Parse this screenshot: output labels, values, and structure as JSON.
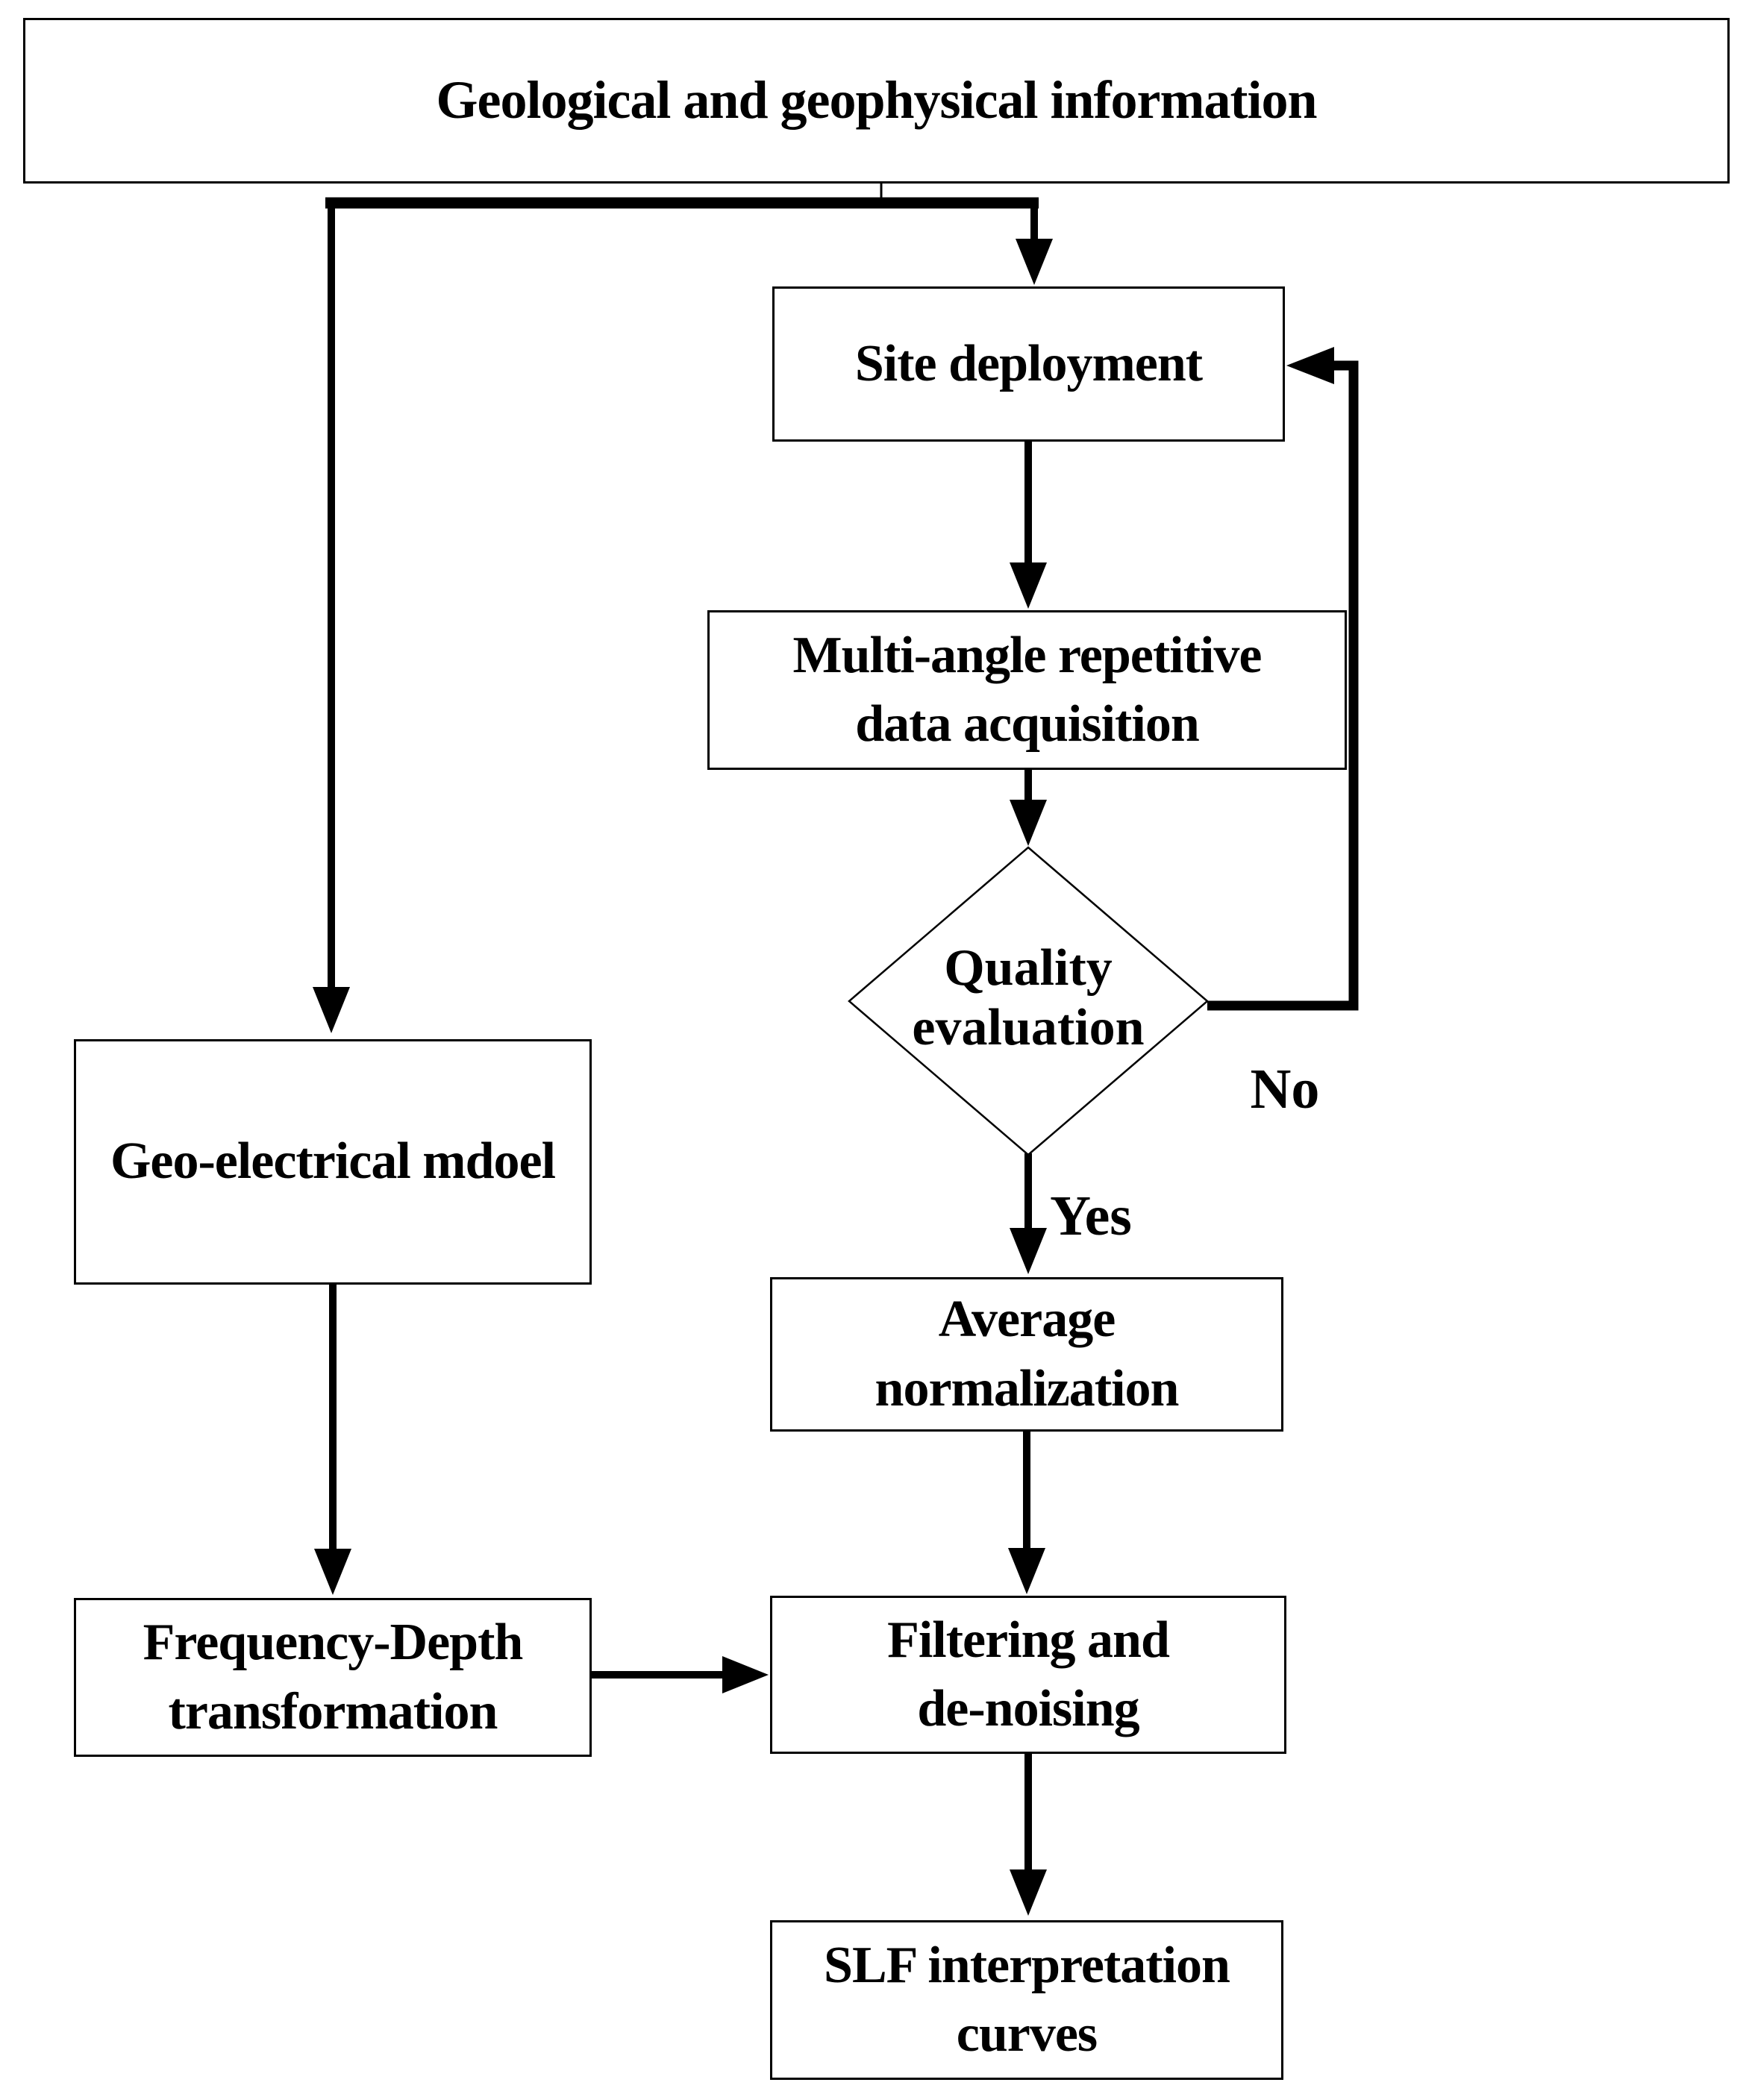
{
  "figure": {
    "type": "flowchart",
    "title": "Geological and geophysical information"
  },
  "colors": {
    "ink": "#000000",
    "background": "#ffffff"
  },
  "nodes": {
    "geological_geophysical_information": {
      "shape": "rect",
      "label": "Geological and geophysical information"
    },
    "site_deployment": {
      "shape": "rect",
      "label": "Site deployment"
    },
    "multi_angle_acquisition": {
      "shape": "rect",
      "label": "Multi-angle repetitive\ndata acquisition"
    },
    "quality_evaluation": {
      "shape": "diamond",
      "label": "Quality\nevaluation"
    },
    "geo_electrical_model": {
      "shape": "rect",
      "label": "Geo-electrical mdoel"
    },
    "average_normalization": {
      "shape": "rect",
      "label": "Average\nnormalization"
    },
    "frequency_depth_transformation": {
      "shape": "rect",
      "label": "Frequency-Depth\ntransformation"
    },
    "filtering_denoising": {
      "shape": "rect",
      "label": "Filtering and\nde-noising"
    },
    "slf_interpretation_curves": {
      "shape": "rect",
      "label": "SLF interpretation\ncurves"
    }
  },
  "edge_labels": {
    "no": "No",
    "yes": "Yes"
  },
  "edges": [
    {
      "from": "geological_geophysical_information",
      "to": "site_deployment",
      "label": ""
    },
    {
      "from": "geological_geophysical_information",
      "to": "geo_electrical_model",
      "label": ""
    },
    {
      "from": "site_deployment",
      "to": "multi_angle_acquisition",
      "label": ""
    },
    {
      "from": "multi_angle_acquisition",
      "to": "quality_evaluation",
      "label": ""
    },
    {
      "from": "quality_evaluation",
      "to": "site_deployment",
      "label": "No"
    },
    {
      "from": "quality_evaluation",
      "to": "average_normalization",
      "label": "Yes"
    },
    {
      "from": "average_normalization",
      "to": "filtering_denoising",
      "label": ""
    },
    {
      "from": "geo_electrical_model",
      "to": "frequency_depth_transformation",
      "label": ""
    },
    {
      "from": "frequency_depth_transformation",
      "to": "filtering_denoising",
      "label": ""
    },
    {
      "from": "filtering_denoising",
      "to": "slf_interpretation_curves",
      "label": ""
    }
  ]
}
